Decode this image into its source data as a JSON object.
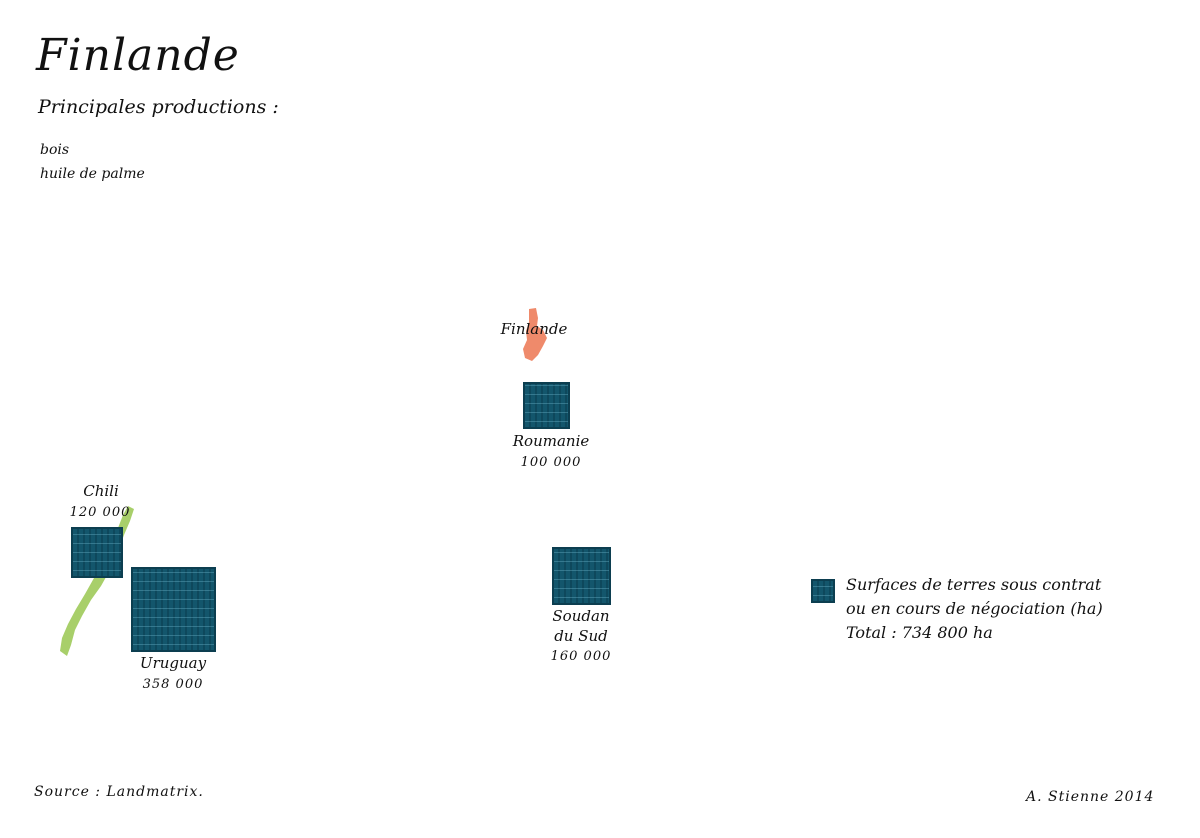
{
  "title": "Finlande",
  "subtitle": "Principales productions :",
  "productions": [
    "bois",
    "huile de palme"
  ],
  "home_country": {
    "name": "Finlande",
    "color": "#ef8a6b"
  },
  "square_color": "#13566c",
  "land_color": "#a8cf6a",
  "legend": {
    "line1": "Surfaces de terres sous contrat",
    "line2": "ou en cours de négociation (ha)",
    "total": "Total : 734 800 ha"
  },
  "countries": [
    {
      "name": "Roumanie",
      "area_ha": "100 000"
    },
    {
      "name": "Chili",
      "area_ha": "120 000"
    },
    {
      "name": "Uruguay",
      "area_ha": "358 000"
    },
    {
      "name": "Soudan du Sud",
      "name_line1": "Soudan",
      "name_line2": "du Sud",
      "area_ha": "160 000"
    }
  ],
  "source": "Source : Landmatrix.",
  "credit": "A. Stienne  2014"
}
